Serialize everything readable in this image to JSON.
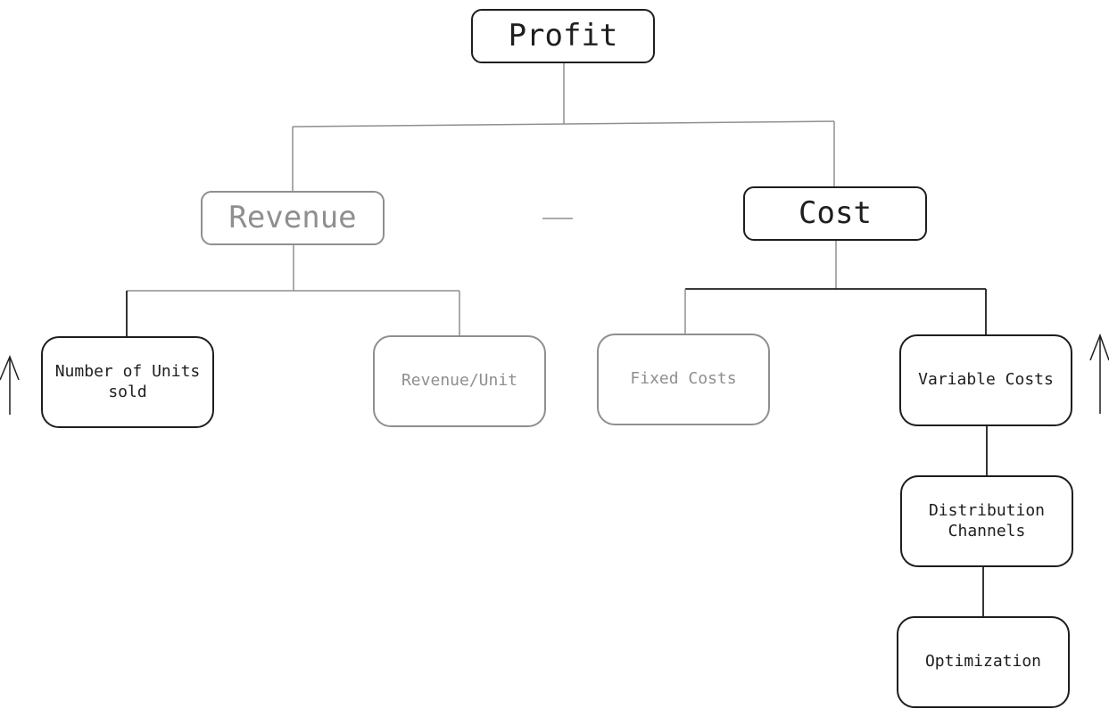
{
  "colors": {
    "ink": "#1e1e1e",
    "muted": "#8f8f8f",
    "background": "#ffffff"
  },
  "nodes": {
    "profit": {
      "label": "Profit"
    },
    "revenue": {
      "label": "Revenue"
    },
    "cost": {
      "label": "Cost"
    },
    "units_sold": {
      "label": "Number of Units\nsold"
    },
    "revenue_per_unit": {
      "label": "Revenue/Unit"
    },
    "fixed_costs": {
      "label": "Fixed Costs"
    },
    "variable_costs": {
      "label": "Variable Costs"
    },
    "distribution_channels": {
      "label": "Distribution\nChannels"
    },
    "optimization": {
      "label": "Optimization"
    }
  },
  "relations": {
    "profit_equals": "Revenue minus Cost",
    "units_sold_trend": "up-arrow-icon",
    "variable_costs_trend": "up-arrow-icon"
  }
}
